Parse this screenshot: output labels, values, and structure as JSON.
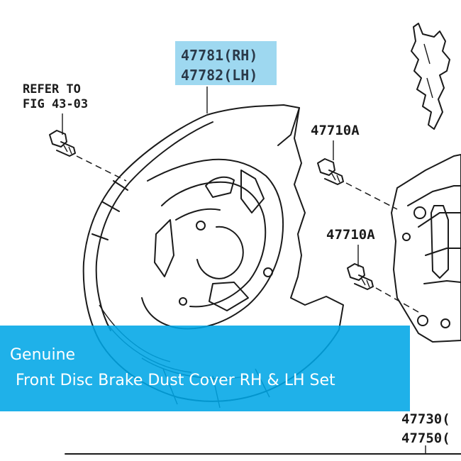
{
  "diagram": {
    "highlighted_label": {
      "line1": "47781(RH)",
      "line2": "47782(LH)",
      "highlight_color": "#9ed8f0"
    },
    "refer_note": {
      "line1": "REFER TO",
      "line2": "FIG 43-03"
    },
    "callouts": [
      "47710A",
      "47710A"
    ],
    "bottom_labels": [
      "47730(",
      "47750("
    ]
  },
  "banner": {
    "line1": "Genuine",
    "line2": "Front Disc Brake Dust Cover RH & LH Set",
    "color": "#00a6e6"
  }
}
